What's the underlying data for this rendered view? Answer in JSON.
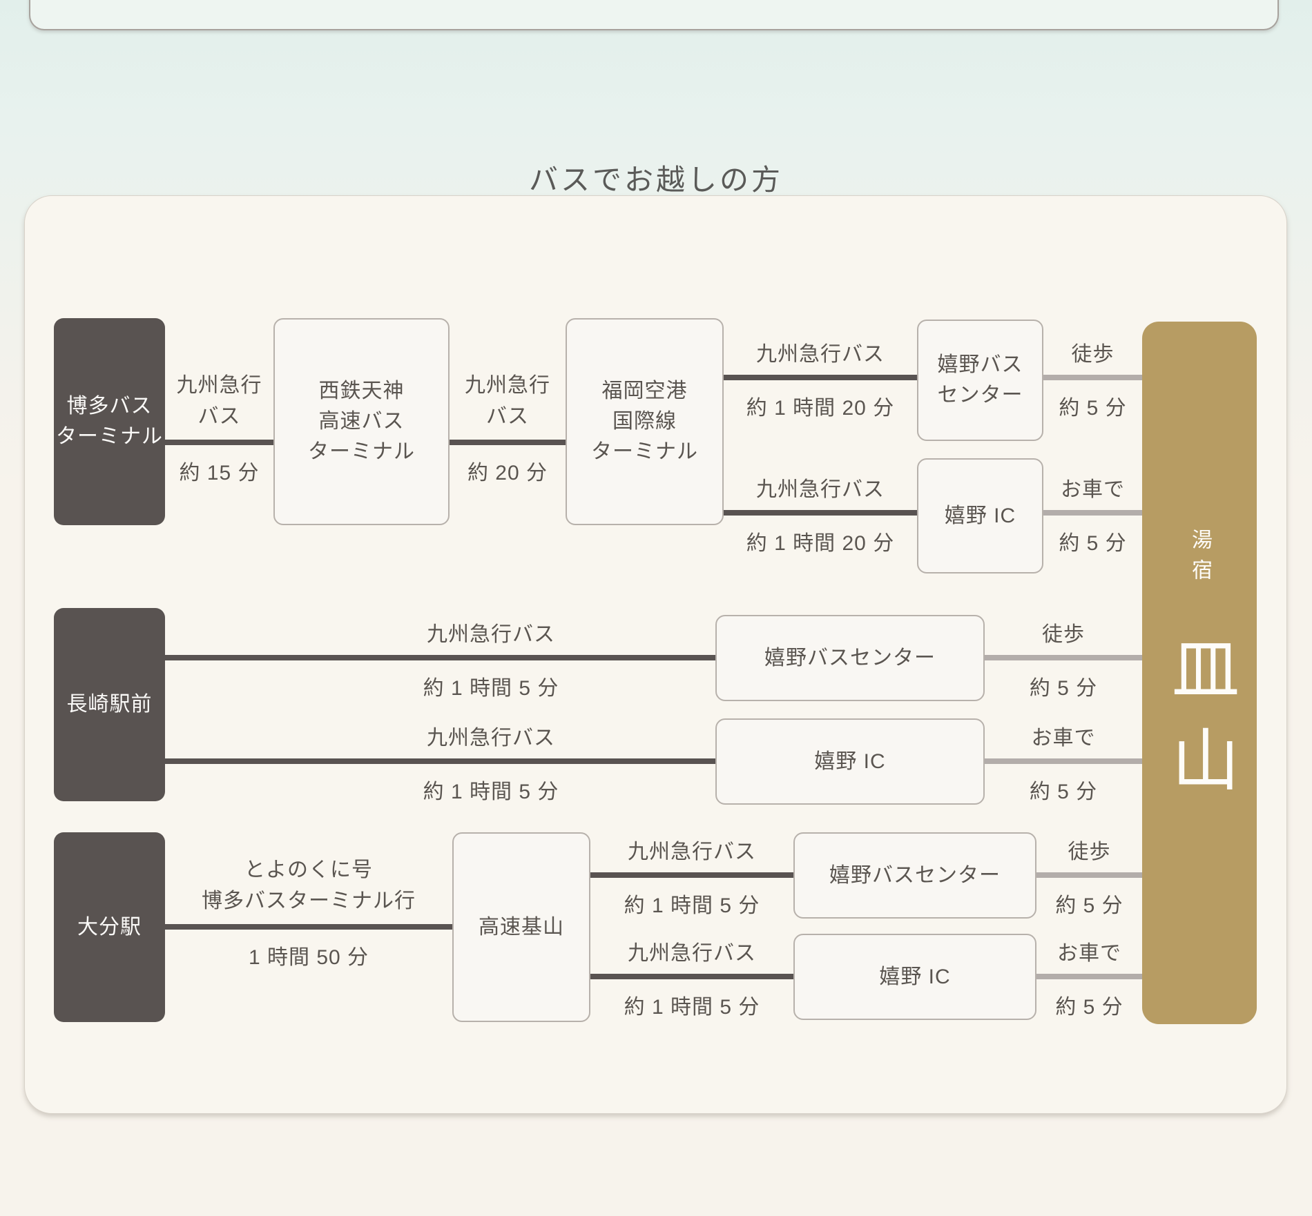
{
  "page": {
    "title": "バスでお越しの方"
  },
  "destination": {
    "label_small": "湯宿",
    "label_large": "皿山"
  },
  "colors": {
    "accent_gold": "#b79c63",
    "dark_gray": "#595351",
    "line_gray": "#b3adaa",
    "card_bg": "#f9f6ef"
  },
  "routes": {
    "hakata": {
      "origin_line1": "博多バス",
      "origin_line2": "ターミナル",
      "seg1_top1": "九州急行",
      "seg1_top2": "バス",
      "seg1_bottom": "約 15 分",
      "stop1_line1": "西鉄天神",
      "stop1_line2": "高速バス",
      "stop1_line3": "ターミナル",
      "seg2_top1": "九州急行",
      "seg2_top2": "バス",
      "seg2_bottom": "約 20 分",
      "stop2_line1": "福岡空港",
      "stop2_line2": "国際線",
      "stop2_line3": "ターミナル",
      "busA_top": "九州急行バス",
      "busA_bottom": "約 1 時間 20 分",
      "stopA_line1": "嬉野バス",
      "stopA_line2": "センター",
      "walkA_top": "徒歩",
      "walkA_bottom": "約 5 分",
      "busB_top": "九州急行バス",
      "busB_bottom": "約 1 時間 20 分",
      "stopB": "嬉野 IC",
      "carB_top": "お車で",
      "carB_bottom": "約 5 分"
    },
    "nagasaki": {
      "origin": "長崎駅前",
      "busA_top": "九州急行バス",
      "busA_bottom": "約 1 時間 5 分",
      "stopA": "嬉野バスセンター",
      "walkA_top": "徒歩",
      "walkA_bottom": "約 5 分",
      "busB_top": "九州急行バス",
      "busB_bottom": "約 1 時間 5 分",
      "stopB": "嬉野 IC",
      "carB_top": "お車で",
      "carB_bottom": "約 5 分"
    },
    "oita": {
      "origin": "大分駅",
      "seg1_top1": "とよのくに号",
      "seg1_top2": "博多バスターミナル行",
      "seg1_bottom": "1 時間 50 分",
      "stop1": "高速基山",
      "busA_top": "九州急行バス",
      "busA_bottom": "約 1 時間 5 分",
      "stopA": "嬉野バスセンター",
      "walkA_top": "徒歩",
      "walkA_bottom": "約 5 分",
      "busB_top": "九州急行バス",
      "busB_bottom": "約 1 時間 5 分",
      "stopB": "嬉野 IC",
      "carB_top": "お車で",
      "carB_bottom": "約 5 分"
    }
  }
}
